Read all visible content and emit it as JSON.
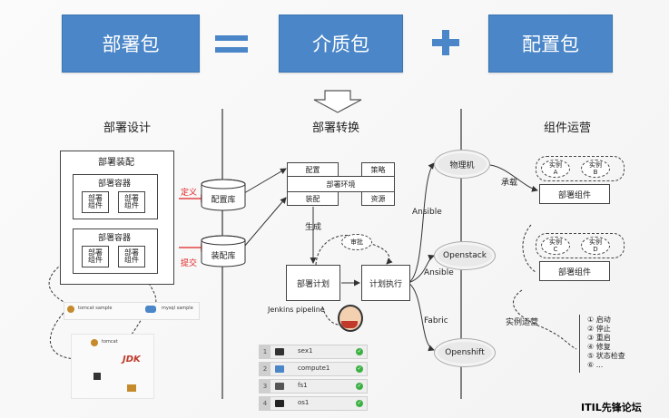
{
  "top": {
    "deploy_pkg": "部署包",
    "media_pkg": "介质包",
    "config_pkg": "配置包"
  },
  "columns": {
    "design": "部署设计",
    "convert": "部署转换",
    "ops": "组件运营"
  },
  "design": {
    "assembly": "部署装配",
    "container_label": "部署容器",
    "component_label": "部署\n组件",
    "define": "定义",
    "submit": "提交",
    "tomcat_sample": "tomcat sample",
    "mysql_sample": "mysql sample",
    "jdk": "JDK",
    "tomcat": "tomcat"
  },
  "convert": {
    "config_db": "配置库",
    "assembly_db": "装配库",
    "cfg": "配置",
    "strategy": "策略",
    "env": "部署环境",
    "assemble": "装配",
    "resource": "资源",
    "generate": "生成",
    "approval": "审批",
    "plan": "部署计划",
    "execute": "计划执行",
    "jenkins": "Jenkins pipeline"
  },
  "servers": [
    {
      "num": "1",
      "name": "sex1"
    },
    {
      "num": "2",
      "name": "compute1"
    },
    {
      "num": "3",
      "name": "fs1"
    },
    {
      "num": "4",
      "name": "os1"
    }
  ],
  "targets": {
    "physical": "物理机",
    "openstack": "Openstack",
    "openshift": "Openshift",
    "ansible1": "Ansible",
    "ansible2": "Ansible",
    "fabric": "Fabric"
  },
  "ops": {
    "carry": "承载",
    "component": "部署组件",
    "instance_a": "实例\nA",
    "instance_b": "实例\nB",
    "instance_c": "实例\nC",
    "instance_d": "实例\nD",
    "instance_ops": "实例运营",
    "actions": [
      "① 启动",
      "② 停止",
      "③ 重启",
      "④ 修复",
      "⑤ 状态检查",
      "⑥ ..."
    ]
  },
  "watermark": "ITIL先锋论坛",
  "colors": {
    "accent": "#4a86c8",
    "red_label": "#e02020",
    "ok": "#3cb043"
  }
}
